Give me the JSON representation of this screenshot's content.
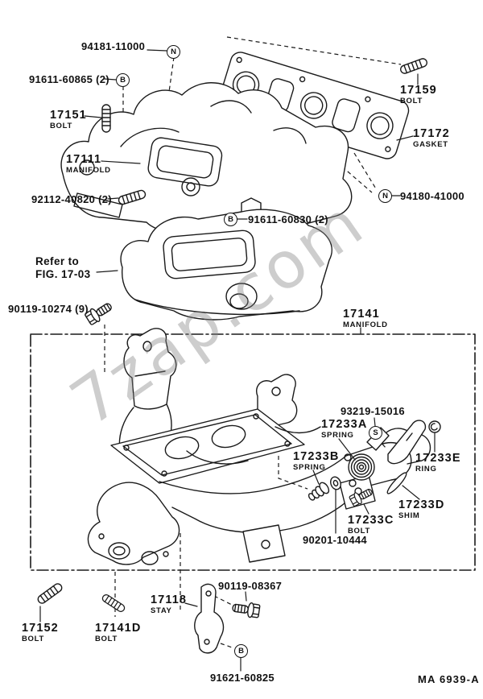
{
  "watermark": "7zap.com",
  "doc_code": "MA 6939-A",
  "note": {
    "line1": "Refer to",
    "line2": "FIG. 17-03"
  },
  "colors": {
    "line": "#1a1a1a",
    "watermark_gray": "#9a9a9a",
    "background": "#ffffff"
  },
  "parts": {
    "p94181": {
      "num": "94181-11000",
      "marker": "N"
    },
    "p91611a": {
      "num": "91611-60865 (2)",
      "marker": "B"
    },
    "p17151": {
      "num": "17151",
      "name": "BOLT"
    },
    "p17111": {
      "num": "17111",
      "name": "MANIFOLD"
    },
    "p92112": {
      "num": "92112-40820 (2)"
    },
    "p17159": {
      "num": "17159",
      "name": "BOLT"
    },
    "p17172": {
      "num": "17172",
      "name": "GASKET"
    },
    "p94180": {
      "num": "94180-41000",
      "marker": "N"
    },
    "p91611b": {
      "num": "91611-60830 (2)",
      "marker": "B"
    },
    "p90119a": {
      "num": "90119-10274 (9)"
    },
    "p17141": {
      "num": "17141",
      "name": "MANIFOLD"
    },
    "p93219": {
      "num": "93219-15016",
      "marker": "S"
    },
    "p17233A": {
      "num": "17233A",
      "name": "SPRING"
    },
    "p17233B": {
      "num": "17233B",
      "name": "SPRING"
    },
    "p17233E": {
      "num": "17233E",
      "name": "RING"
    },
    "p17233D": {
      "num": "17233D",
      "name": "SHIM"
    },
    "p17233C": {
      "num": "17233C",
      "name": "BOLT"
    },
    "p90201": {
      "num": "90201-10444"
    },
    "p17152": {
      "num": "17152",
      "name": "BOLT"
    },
    "p17141D": {
      "num": "17141D",
      "name": "BOLT"
    },
    "p17118": {
      "num": "17118",
      "name": "STAY"
    },
    "p90119b": {
      "num": "90119-08367"
    },
    "p91621": {
      "num": "91621-60825",
      "marker": "B"
    }
  }
}
